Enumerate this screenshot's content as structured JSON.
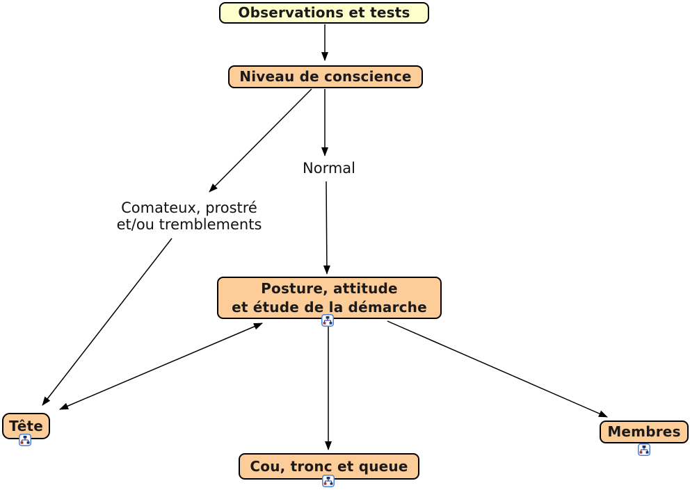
{
  "nodes": {
    "observations": {
      "label": "Observations et tests"
    },
    "niveau": {
      "label": "Niveau de conscience"
    },
    "posture": {
      "label": "Posture, attitude\net étude de la démarche"
    },
    "tete": {
      "label": "Tête"
    },
    "cou": {
      "label": "Cou, tronc et queue"
    },
    "membres": {
      "label": "Membres"
    }
  },
  "link_labels": {
    "normal": {
      "label": "Normal"
    },
    "comateux": {
      "label": "Comateux, prostré\net/ou tremblements"
    }
  },
  "edges": [
    {
      "from": "observations",
      "to": "niveau",
      "arrowheads": "end"
    },
    {
      "from": "niveau",
      "to": "comateux",
      "arrowheads": "end"
    },
    {
      "from": "niveau",
      "to": "normal",
      "arrowheads": "end"
    },
    {
      "from": "normal",
      "to": "posture",
      "arrowheads": "end"
    },
    {
      "from": "comateux",
      "to": "tete",
      "arrowheads": "end"
    },
    {
      "from": "tete",
      "to": "posture",
      "arrowheads": "both"
    },
    {
      "from": "posture",
      "to": "cou",
      "arrowheads": "end"
    },
    {
      "from": "posture",
      "to": "membres",
      "arrowheads": "end"
    }
  ],
  "icons": {
    "submap": "concept-map-submap-icon"
  },
  "colors": {
    "node_fill_yellow": "#FFFFCC",
    "node_fill_orange": "#FCCD98",
    "node_border": "#000000",
    "arrow": "#000000",
    "icon_border": "#4A7FD4",
    "icon_glyph_navy": "#1C2F7A",
    "icon_glyph_red": "#A83232",
    "text": "#1A1A1A"
  }
}
